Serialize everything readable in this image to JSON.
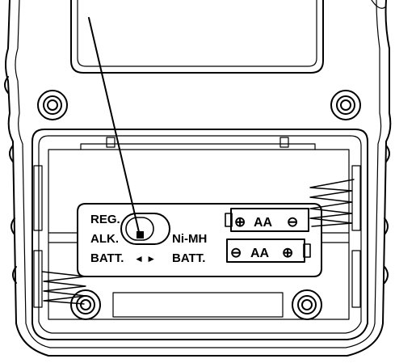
{
  "switch_labels": {
    "left_line1": "REG.",
    "left_line2": "ALK.",
    "left_line3": "BATT.",
    "arrows": "◄ ►",
    "right_line1": "Ni-MH",
    "right_line2": "BATT."
  },
  "battery_labels": {
    "top": {
      "plus": "⊕",
      "text": "AA",
      "minus": "⊖"
    },
    "bottom": {
      "minus": "⊖",
      "text": "AA",
      "plus": "⊕"
    }
  },
  "colors": {
    "line": "#000000",
    "background": "#ffffff"
  }
}
